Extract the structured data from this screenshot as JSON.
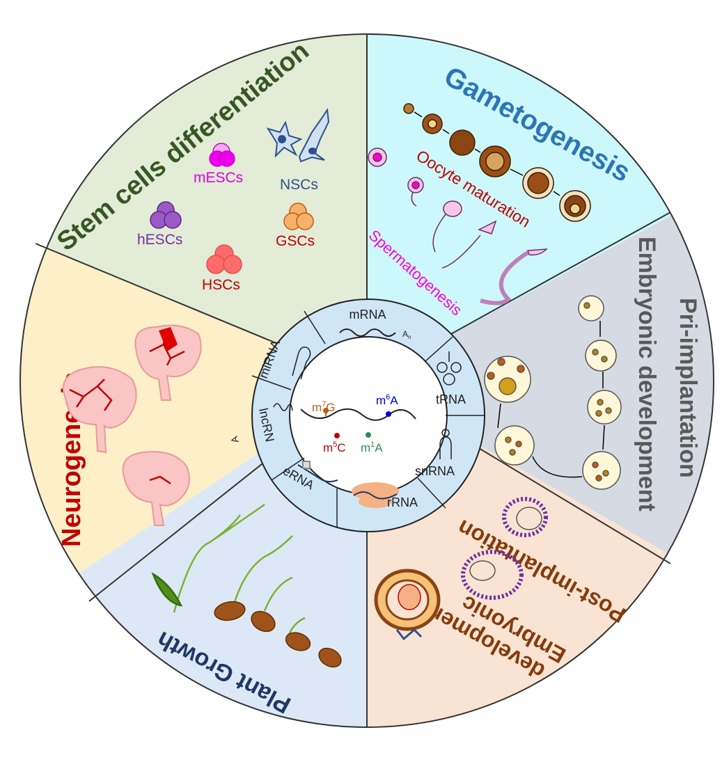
{
  "sections": {
    "stem_cells": {
      "title": "Stem cells differentiation",
      "color": "#e2ecd6",
      "title_color": "#375623",
      "labels": {
        "mescs": "mESCs",
        "nscs": "NSCs",
        "hescs": "hESCs",
        "gscs": "GSCs",
        "hscs": "HSCs"
      }
    },
    "gametogenesis": {
      "title": "Gametogenesis",
      "color": "#ccf8fc",
      "title_color": "#2e75b6",
      "oocyte": "Oocyte maturation",
      "sperm": "Spermatogenesis"
    },
    "pri_implantation": {
      "title_line1": "Pri-implantation",
      "title_line2": "Embryonic development",
      "color": "#d6dae2",
      "title_color": "#595959"
    },
    "post_implantation": {
      "title_line1": "Embryonic",
      "title_line2": "Post-implantation",
      "title_line3": "development",
      "color": "#f9e3d3",
      "title_color": "#843c0c"
    },
    "plant": {
      "title": "Plant Growth",
      "color": "#dce8f5",
      "title_color": "#203864"
    },
    "neuro": {
      "title": "Neurogenesis",
      "color": "#fdefc8",
      "title_color": "#c00000"
    }
  },
  "rna_ring": {
    "mrna": "mRNA",
    "an": "A",
    "an_sub": "n",
    "trna": "tRNA",
    "snrna": "snRNA",
    "rrna": "rRNA",
    "erna": "eRNA",
    "lncrna": "lncRN",
    "lncrna_a": "A",
    "mirna": "miRNA",
    "ring_color": "#cfe6f7"
  },
  "modifications": {
    "m7g": {
      "base": "m",
      "sup": "7",
      "tail": "G",
      "color": "#c55a11"
    },
    "m6a": {
      "base": "m",
      "sup": "6",
      "tail": "A",
      "color": "#0000cc"
    },
    "m5c": {
      "base": "m",
      "sup": "5",
      "tail": "C",
      "color": "#c00000"
    },
    "m1a": {
      "base": "m",
      "sup": "1",
      "tail": "A",
      "color": "#2e8b57"
    }
  }
}
